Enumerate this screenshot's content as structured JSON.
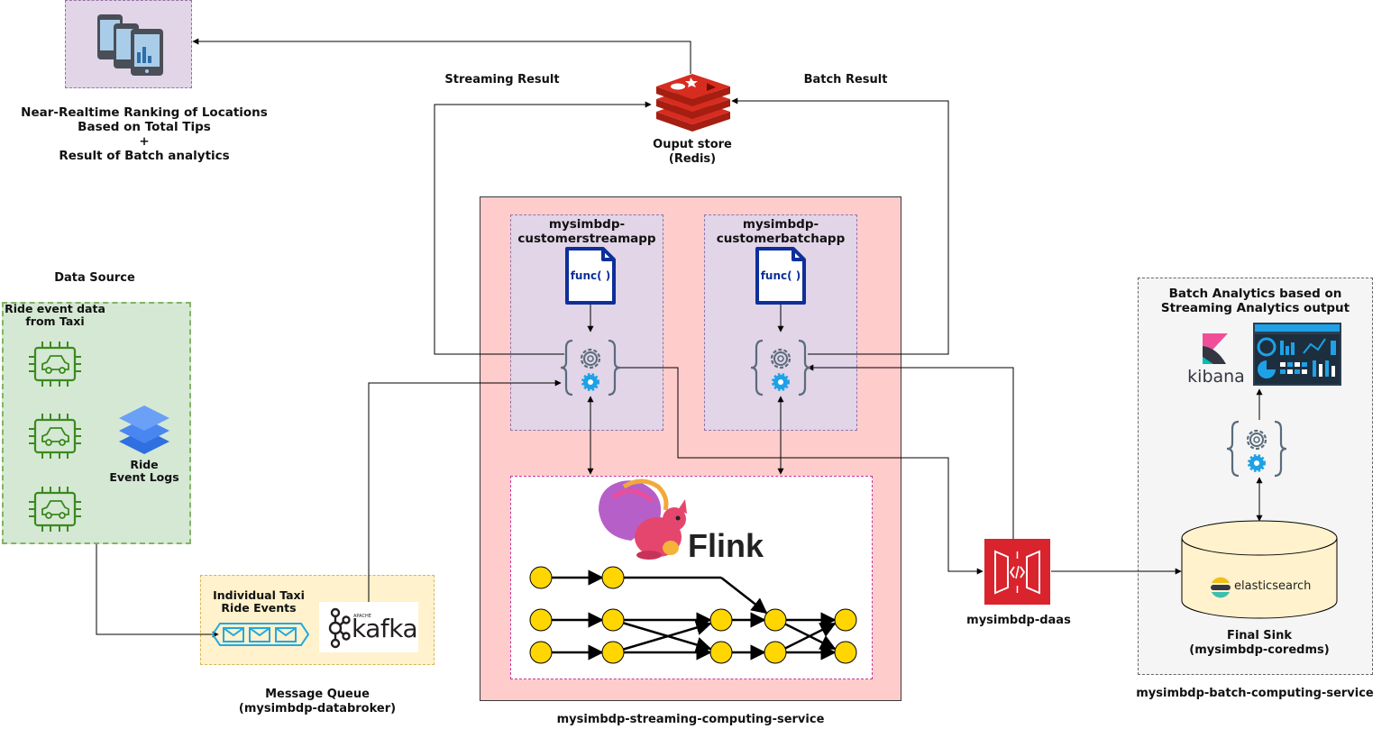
{
  "consumer": {
    "line1": "Near-Realtime Ranking of Locations",
    "line2": "Based on Total Tips",
    "line3": "+",
    "line4": "Result of Batch analytics"
  },
  "edges": {
    "streaming_result": "Streaming Result",
    "batch_result": "Batch Result"
  },
  "output_store": {
    "line1": "Ouput store",
    "line2": "(Redis)"
  },
  "data_source": {
    "title": "Data Source",
    "taxi_line1": "Ride event data",
    "taxi_line2": "from Taxi",
    "logs_line1": "Ride",
    "logs_line2": "Event Logs"
  },
  "message_queue": {
    "events_line1": "Individual Taxi",
    "events_line2": "Ride Events",
    "kafka_small": "APACHE",
    "kafka_label": "kafka",
    "label_line1": "Message Queue",
    "label_line2": "(mysimbdp-databroker)"
  },
  "streaming_service": {
    "label": "mysimbdp-streaming-computing-service",
    "stream_app_line1": "mysimbdp-",
    "stream_app_line2": "customerstreamapp",
    "batch_app_line1": "mysimbdp-",
    "batch_app_line2": "customerbatchapp",
    "func_label": "func( )",
    "flink_label": "Flink"
  },
  "daas": {
    "label": "mysimbdp-daas"
  },
  "batch_service": {
    "title_line1": "Batch Analytics based on",
    "title_line2": "Streaming Analytics output",
    "kibana_label": "kibana",
    "elastic_label": "elasticsearch",
    "sink_line1": "Final Sink",
    "sink_line2": "(mysimbdp-coredms)",
    "label": "mysimbdp-batch-computing-service"
  },
  "colors": {
    "streaming_bg": "#ffcccc",
    "app_bg": "#e1d5e7",
    "source_bg": "#d5e8d4",
    "source_border": "#82b366",
    "queue_bg": "#fff2cc",
    "batch_bg": "#f5f5f5",
    "redis_red": "#c6302b",
    "daas_red": "#d9232d",
    "node_yellow": "#ffd600",
    "func_blue": "#0d2f9a",
    "chip_green": "#3a8a1e",
    "queue_cyan": "#1fa9e1",
    "layer_blue": "#2f6fe0",
    "elastic_yellow": "#fff2cc"
  }
}
